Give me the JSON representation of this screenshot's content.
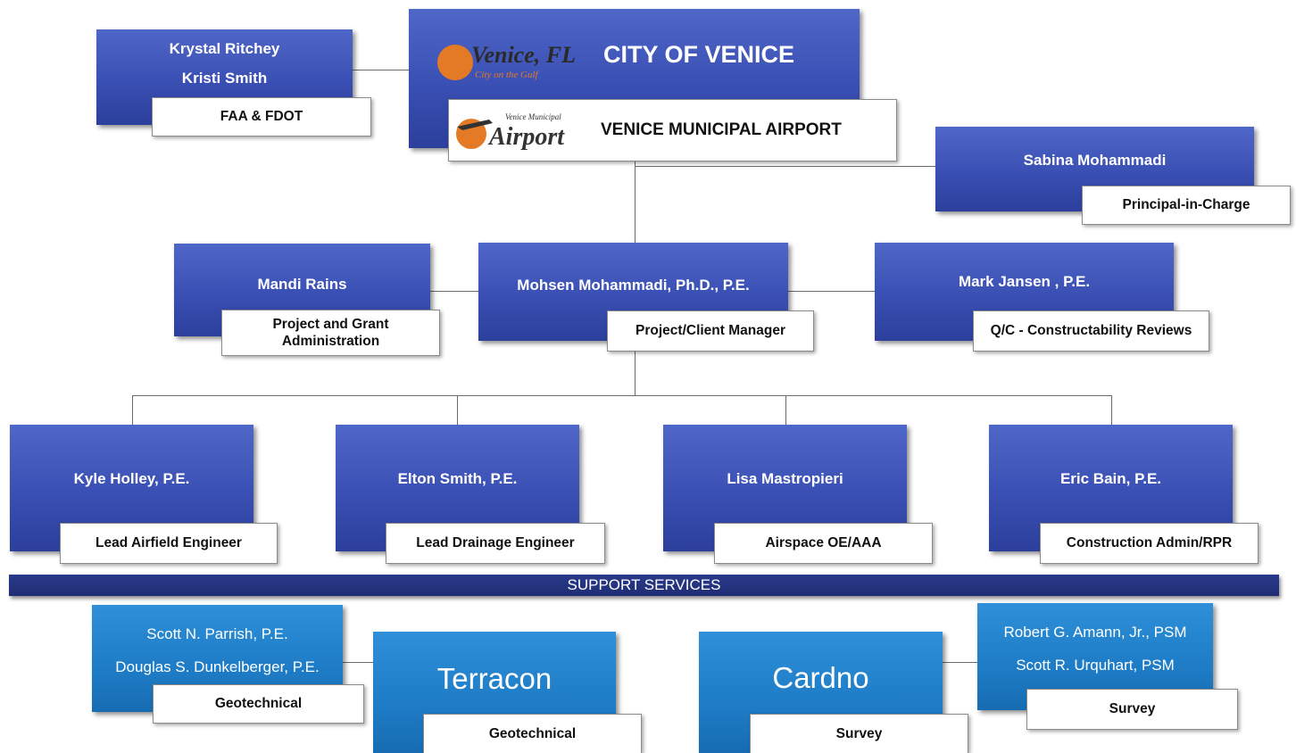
{
  "header": {
    "city": "CITY OF VENICE",
    "airport": "VENICE MUNICIPAL AIRPORT",
    "logo_venice": "Venice, FL",
    "logo_venice_sub": "City on the Gulf",
    "logo_airport": "Airport",
    "logo_airport_sub": "Venice Municipal"
  },
  "faa": {
    "names": [
      "Krystal Ritchey",
      "Kristi Smith"
    ],
    "role": "FAA & FDOT"
  },
  "principal": {
    "name": "Sabina Mohammadi",
    "role": "Principal-in-Charge"
  },
  "level2": [
    {
      "name": "Mandi Rains",
      "role_lines": [
        "Project and Grant",
        "Administration"
      ]
    },
    {
      "name": "Mohsen Mohammadi, Ph.D., P.E.",
      "role": "Project/Client Manager"
    },
    {
      "name": "Mark Jansen  , P.E.",
      "role": "Q/C - Constructability Reviews"
    }
  ],
  "level3": [
    {
      "name": "Kyle Holley, P.E.",
      "role": "Lead Airfield Engineer"
    },
    {
      "name": "Elton Smith, P.E.",
      "role": "Lead Drainage Engineer"
    },
    {
      "name": "Lisa Mastropieri",
      "role": "Airspace OE/AAA"
    },
    {
      "name": "Eric Bain, P.E.",
      "role": "Construction Admin/RPR"
    }
  ],
  "support_bar": "SUPPORT SERVICES",
  "support": {
    "terracon_staff": {
      "names": [
        "Scott N. Parrish, P.E.",
        "Douglas S. Dunkelberger, P.E."
      ],
      "role": "Geotechnical"
    },
    "terracon": {
      "name": "Terracon",
      "role": "Geotechnical"
    },
    "cardno": {
      "name": "Cardno",
      "role": "Survey"
    },
    "cardno_staff": {
      "names": [
        "Robert G. Amann, Jr., PSM",
        "Scott R. Urquhart, PSM"
      ],
      "role": "Survey"
    }
  },
  "colors": {
    "dark_box": "#3a4fb3",
    "light_box": "#1e7cc6",
    "bar": "#1f2d73"
  }
}
